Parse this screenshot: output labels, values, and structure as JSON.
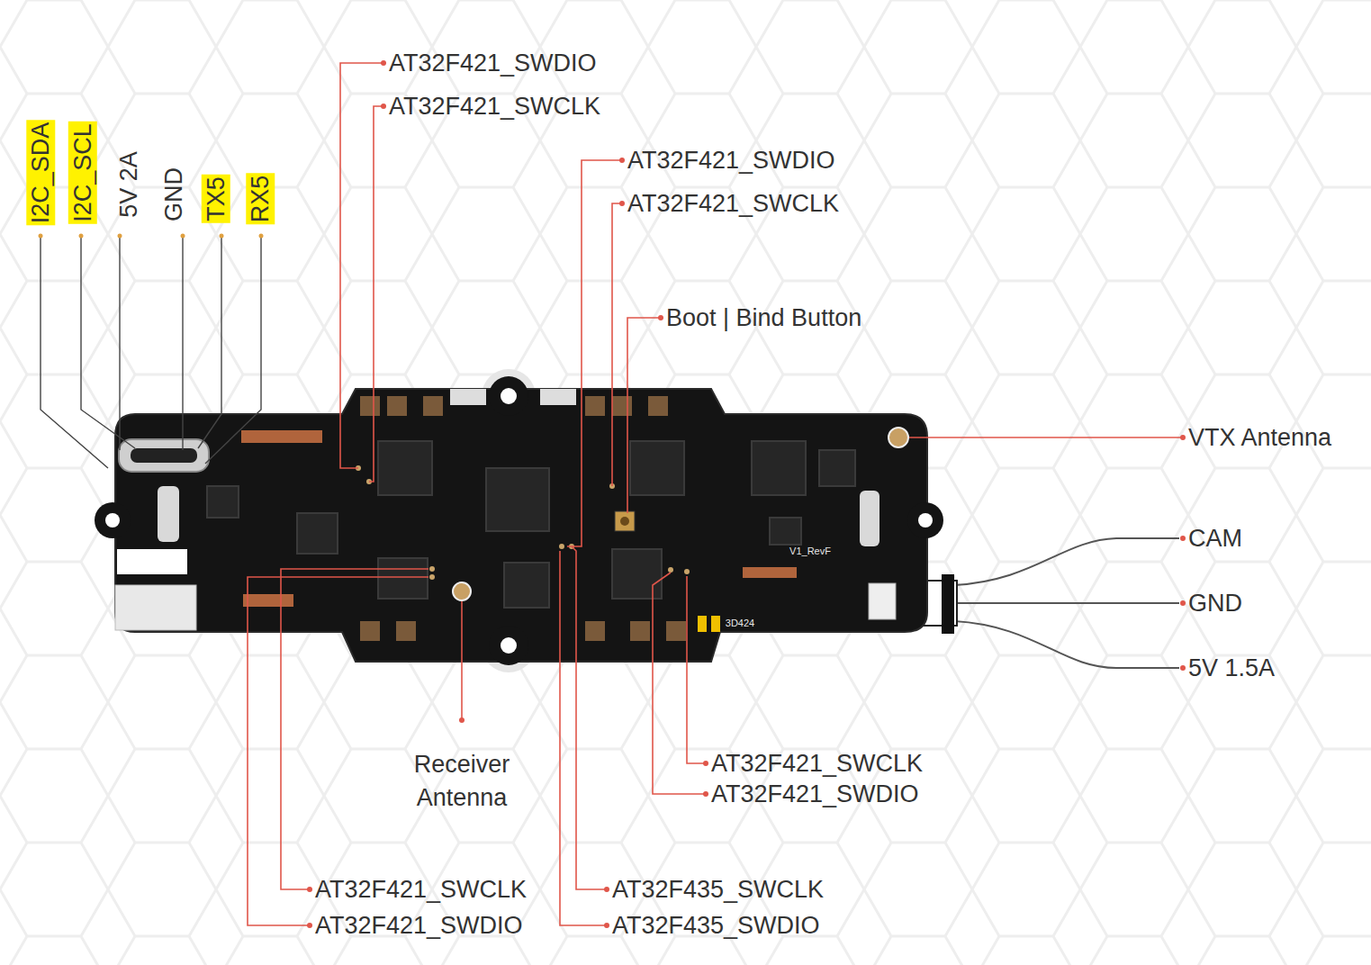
{
  "diagram": {
    "labels": [
      "I2C_SDA",
      "I2C_SCL",
      "5V 2A",
      "GND",
      "TX5",
      "RX5",
      "AT32F421_SWDIO",
      "AT32F421_SWCLK",
      "AT32F421_SWDIO",
      "AT32F421_SWCLK",
      "Boot | Bind Button",
      "VTX Antenna",
      "CAM",
      "GND",
      "5V 1.5A",
      "Receiver Antenna",
      "AT32F421_SWCLK",
      "AT32F421_SWDIO",
      "AT32F421_SWCLK",
      "AT32F421_SWDIO",
      "AT32F435_SWCLK",
      "AT32F435_SWDIO",
      "V1_RevF",
      "3D424"
    ]
  }
}
